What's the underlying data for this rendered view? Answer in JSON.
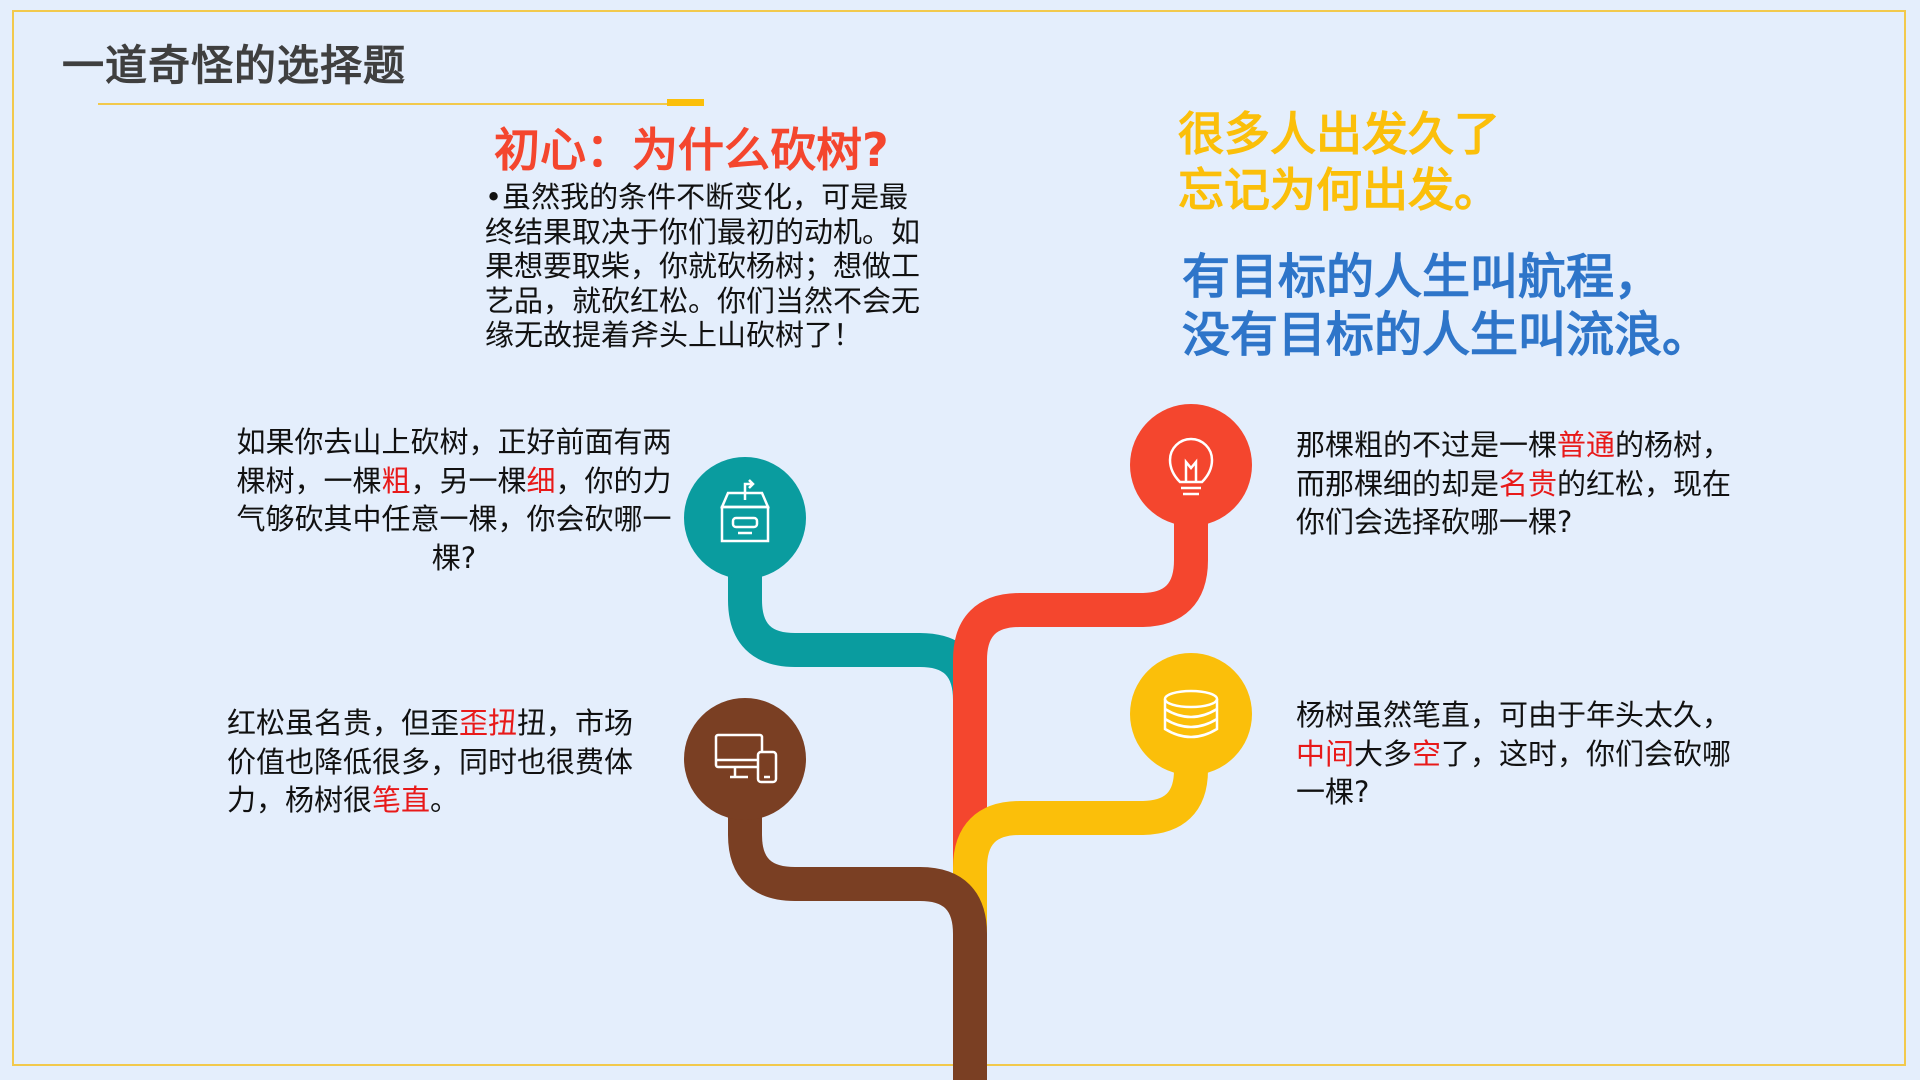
{
  "title": "一道奇怪的选择题",
  "heading": "初心：为什么砍树?",
  "paragraph": "•虽然我的条件不断变化，可是最终结果取决于你们最初的动机。如果想要取柴，你就砍杨树；想做工艺品，就砍红松。你们当然不会无缘无故提着斧头上山砍树了！",
  "slogan_yellow": [
    "很多人出发久了",
    "忘记为何出发。"
  ],
  "slogan_blue": [
    "有目标的人生叫航程，",
    "没有目标的人生叫流浪。"
  ],
  "questions": [
    {
      "segments": [
        {
          "t": "如果你去山上砍树，正好前面有两棵树，一棵"
        },
        {
          "t": "粗",
          "hl": true
        },
        {
          "t": "，另一棵"
        },
        {
          "t": "细",
          "hl": true
        },
        {
          "t": "，你的力气够砍其中任意一棵，你会砍哪一棵?"
        }
      ]
    },
    {
      "segments": [
        {
          "t": "那棵粗的不过是一棵"
        },
        {
          "t": "普通",
          "hl": true
        },
        {
          "t": "的杨树，而那棵细的却是"
        },
        {
          "t": "名贵",
          "hl": true
        },
        {
          "t": "的红松，现在你们会选择砍哪一棵?"
        }
      ]
    },
    {
      "segments": [
        {
          "t": "杨树虽然笔直，可由于年头太久，"
        },
        {
          "t": "中间",
          "hl": true
        },
        {
          "t": "大多"
        },
        {
          "t": "空",
          "hl": true
        },
        {
          "t": "了，这时，你们会砍哪一棵?"
        }
      ]
    },
    {
      "segments": [
        {
          "t": "红松虽名贵，但歪"
        },
        {
          "t": "歪扭",
          "hl": true
        },
        {
          "t": "扭，市场价值也降低很多，同时也很费体力，杨树很"
        },
        {
          "t": "笔直",
          "hl": true
        },
        {
          "t": "。"
        }
      ]
    }
  ],
  "colors": {
    "teal": "#0a9c9f",
    "red": "#f4462e",
    "yellow": "#fbbf0a",
    "brown": "#7a3f23",
    "highlight": "#e81919"
  },
  "icons": [
    "box-arrow-icon",
    "lightbulb-icon",
    "coins-icon",
    "devices-icon"
  ]
}
